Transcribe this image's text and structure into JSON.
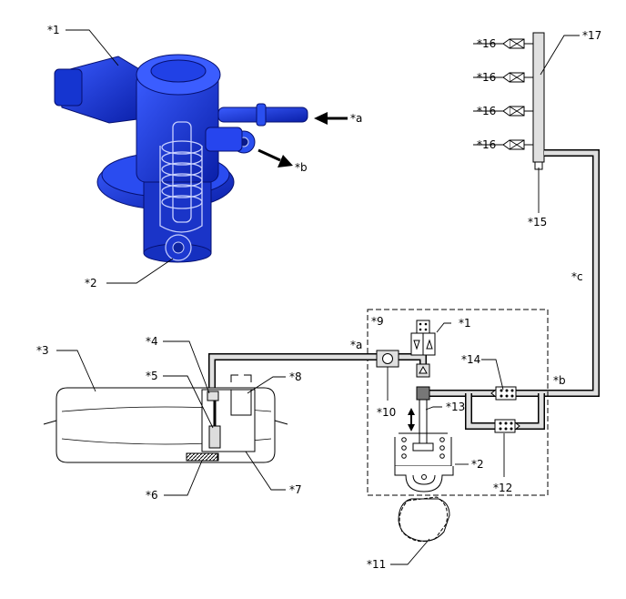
{
  "labels": {
    "l1": "*1",
    "l2": "*2",
    "la": "*a",
    "lb": "*b",
    "l16a": "*16",
    "l16b": "*16",
    "l16c": "*16",
    "l16d": "*16",
    "l17": "*17",
    "l15": "*15",
    "lc": "*c",
    "l9": "*9",
    "l1b": "*1",
    "la2": "*a",
    "l14": "*14",
    "lb2": "*b",
    "l3": "*3",
    "l4": "*4",
    "l5": "*5",
    "l8": "*8",
    "l10": "*10",
    "l13": "*13",
    "l2b": "*2",
    "l12": "*12",
    "l6": "*6",
    "l7": "*7",
    "l11": "*11"
  },
  "colors": {
    "pump_blue": "#1f3fe0",
    "pump_dark": "#0a1a8a",
    "pipe_fill": "#e0e0e0",
    "line": "#000000"
  }
}
